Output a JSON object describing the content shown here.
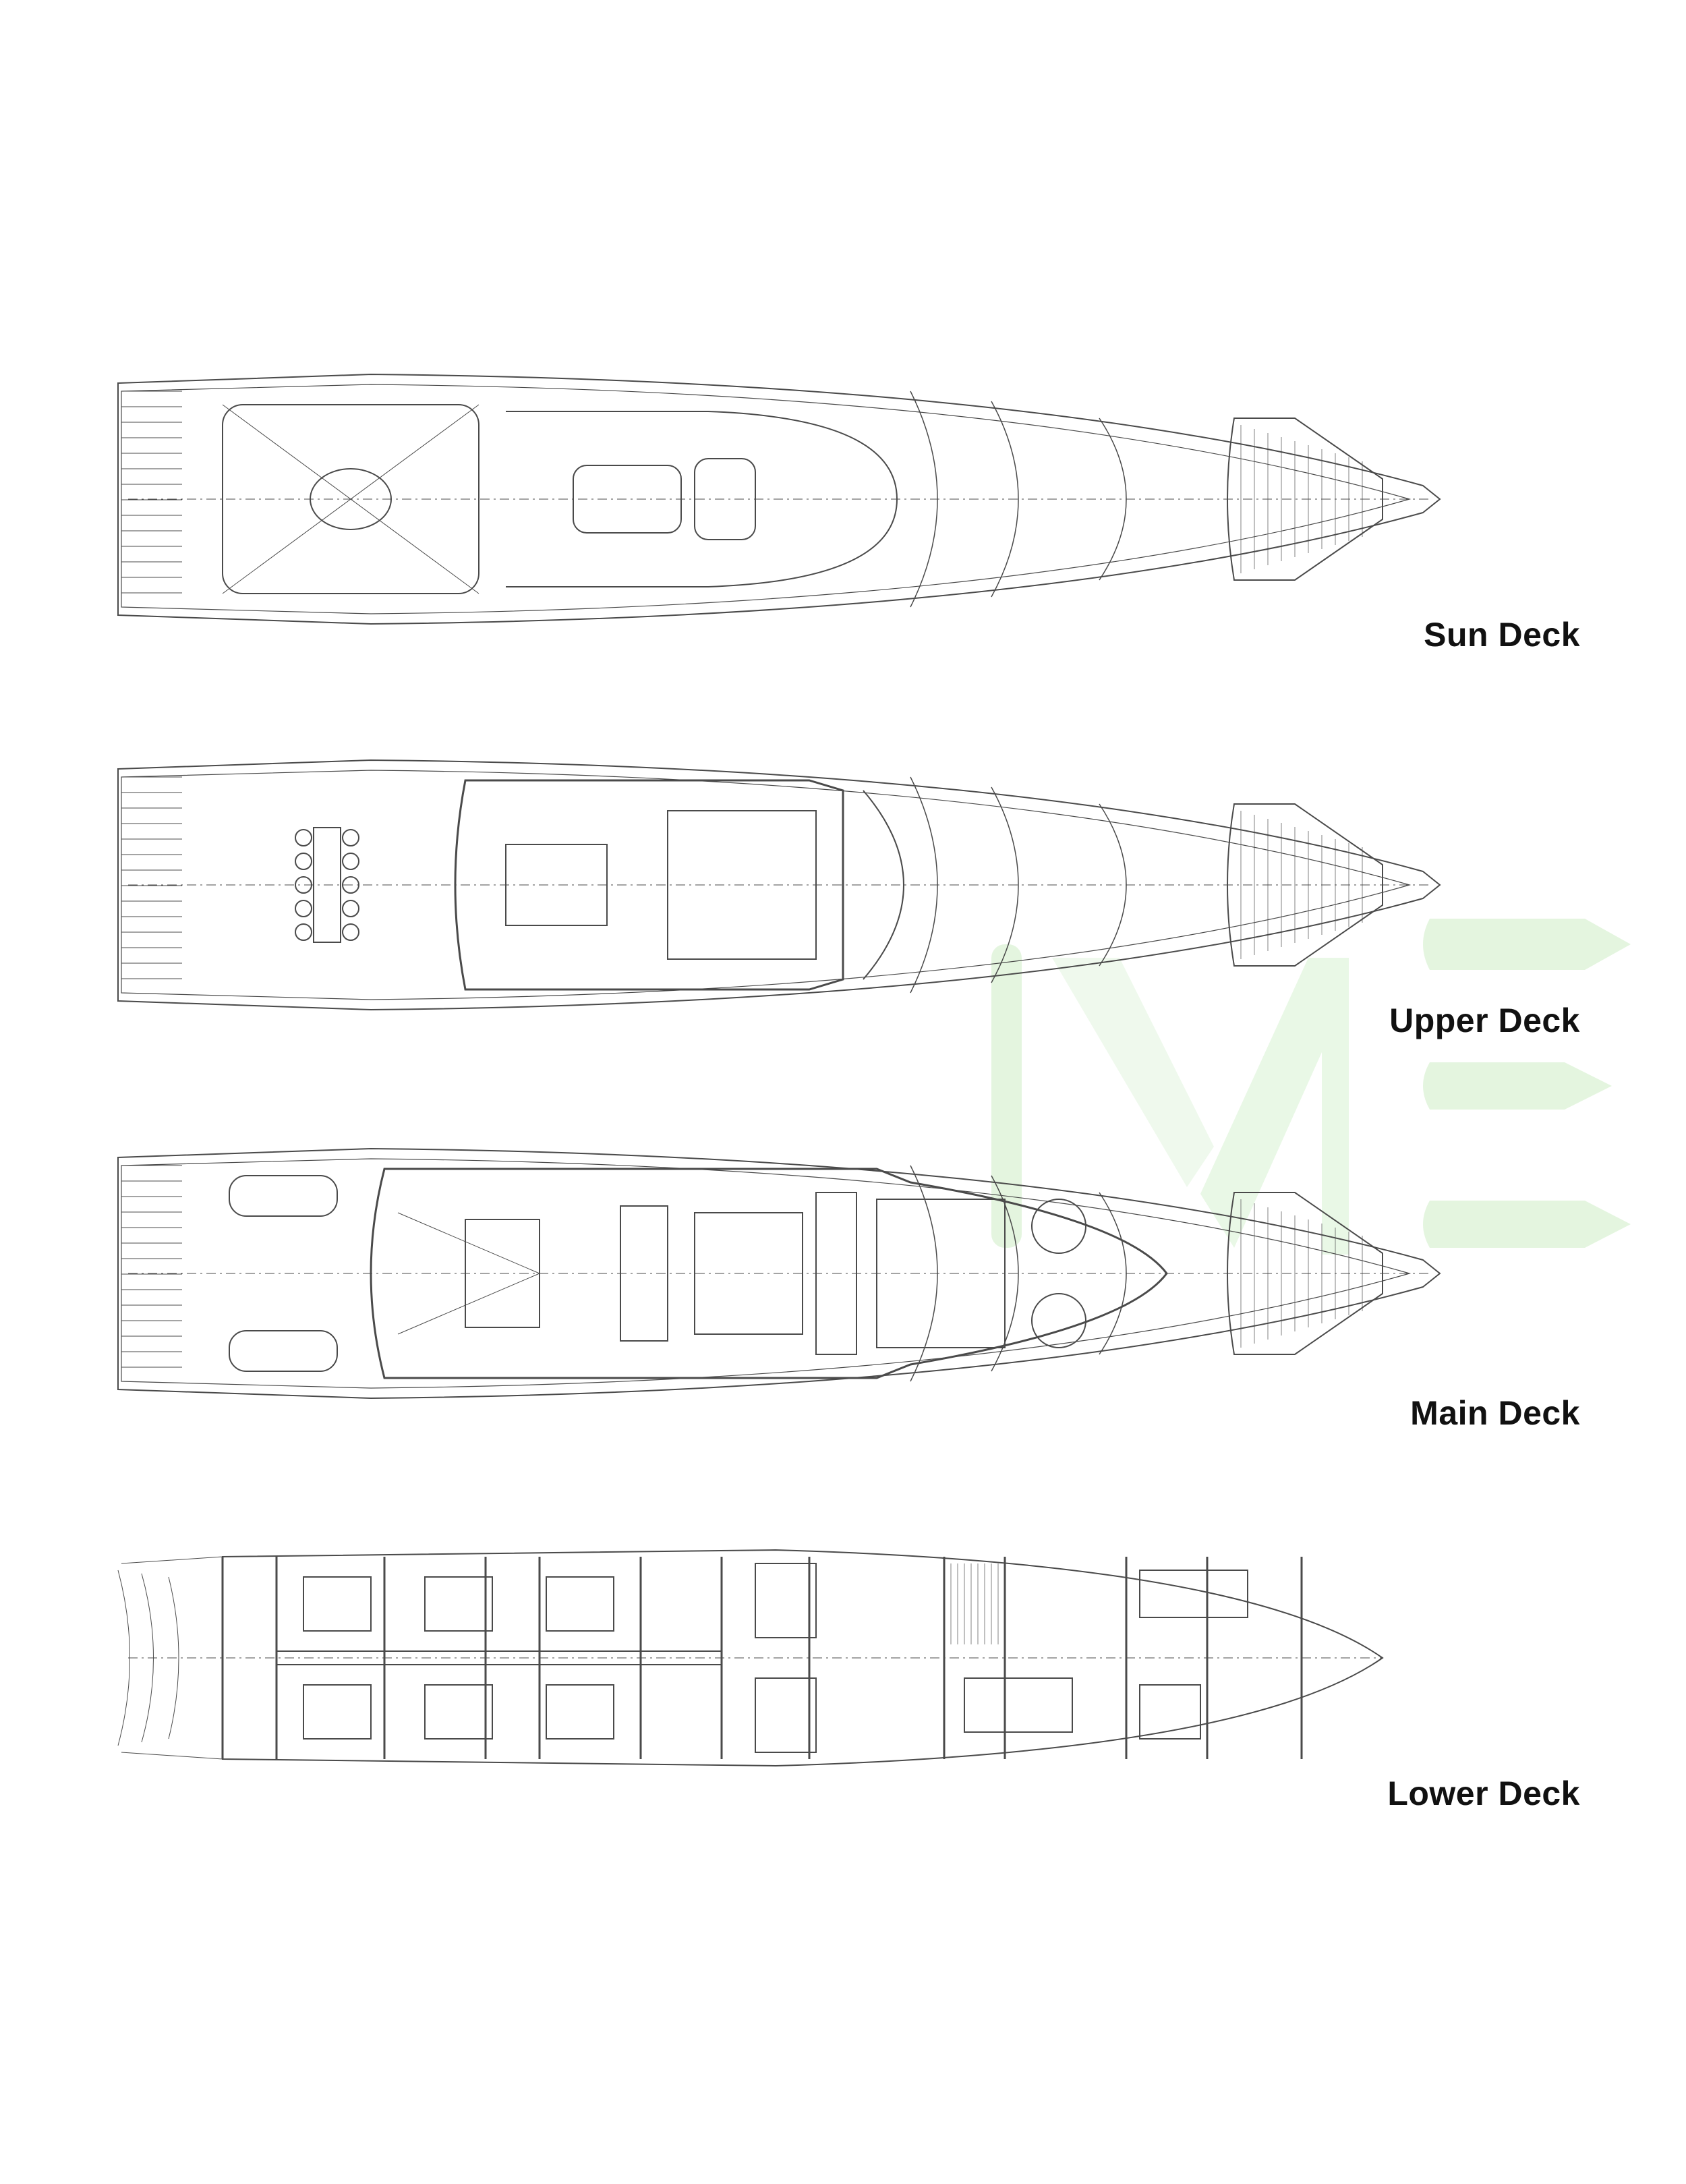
{
  "decks": [
    {
      "name": "Sun Deck"
    },
    {
      "name": "Upper Deck"
    },
    {
      "name": "Main Deck"
    },
    {
      "name": "Lower Deck"
    }
  ],
  "colors": {
    "line": "#4a4a4a",
    "watermark": "#d9f2d4",
    "label": "#111111"
  }
}
